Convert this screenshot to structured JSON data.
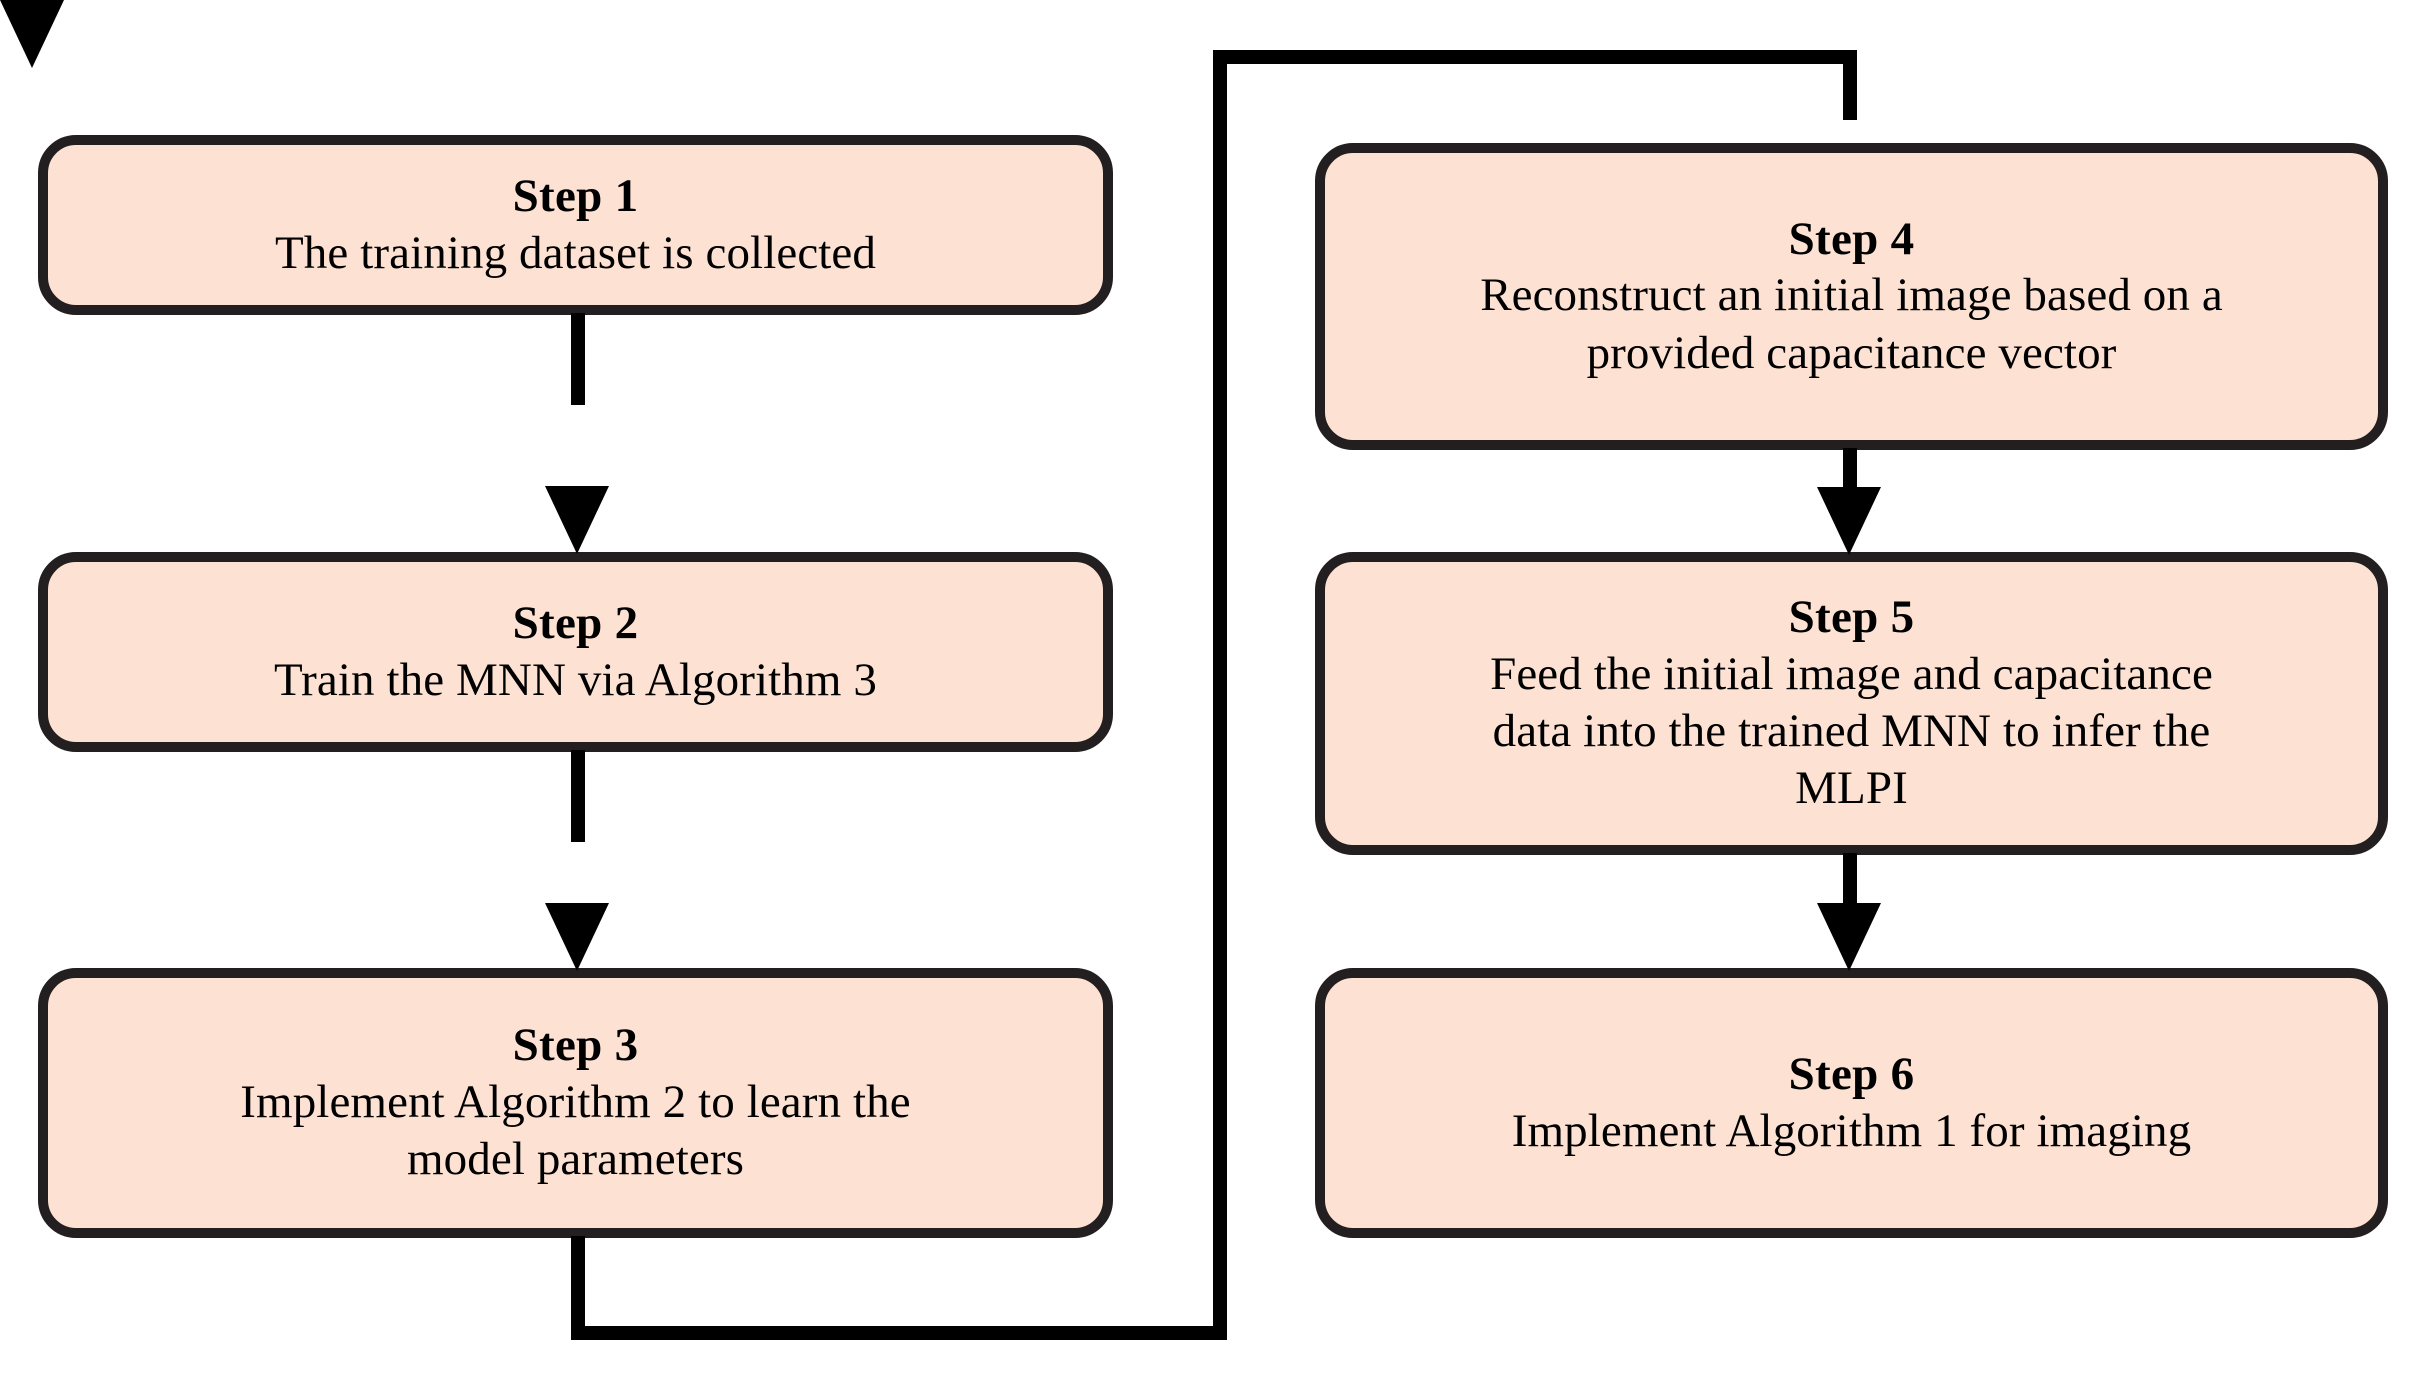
{
  "diagram": {
    "type": "flowchart",
    "title": "",
    "colors": {
      "box_fill": "#FDE2D3",
      "box_border": "#231f20",
      "connector": "#000000",
      "background": "#ffffff",
      "text": "#000000"
    },
    "boxes": [
      {
        "id": "step-1",
        "title": "Step 1",
        "description": "The training dataset is collected",
        "column": "left",
        "row": 1
      },
      {
        "id": "step-2",
        "title": "Step 2",
        "description": "Train the MNN via Algorithm 3",
        "column": "left",
        "row": 2
      },
      {
        "id": "step-3",
        "title": "Step 3",
        "description": "Implement Algorithm 2 to learn the\nmodel parameters",
        "column": "left",
        "row": 3
      },
      {
        "id": "step-4",
        "title": "Step 4",
        "description": "Reconstruct an initial image based on a\nprovided capacitance vector",
        "column": "right",
        "row": 1
      },
      {
        "id": "step-5",
        "title": "Step 5",
        "description": "Feed the initial image and capacitance\ndata into the trained MNN to infer the\nMLPI",
        "column": "right",
        "row": 2
      },
      {
        "id": "step-6",
        "title": "Step 6",
        "description": "Implement Algorithm 1 for imaging",
        "column": "right",
        "row": 3
      }
    ],
    "connectors": [
      {
        "id": "step-1-to-step-2",
        "from": "step-1",
        "to": "step-2",
        "style": "straight-down-arrow"
      },
      {
        "id": "step-2-to-step-3",
        "from": "step-2",
        "to": "step-3",
        "style": "straight-down-arrow"
      },
      {
        "id": "step-3-to-step-4",
        "from": "step-3",
        "to": "step-4",
        "style": "elbow-loop-arrow"
      },
      {
        "id": "step-4-to-step-5",
        "from": "step-4",
        "to": "step-5",
        "style": "straight-down-arrow"
      },
      {
        "id": "step-5-to-step-6",
        "from": "step-5",
        "to": "step-6",
        "style": "straight-down-arrow"
      }
    ]
  }
}
